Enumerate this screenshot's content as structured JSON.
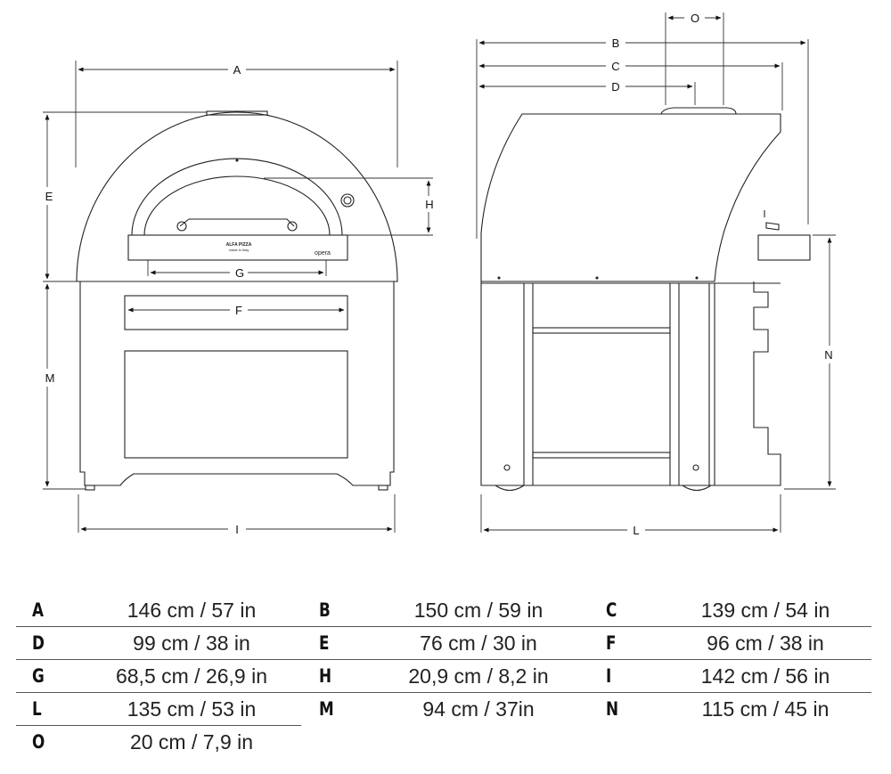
{
  "front_view_labels": {
    "A": "A",
    "E": "E",
    "H": "H",
    "G": "G",
    "F": "F",
    "M": "M",
    "I": "I"
  },
  "side_view_labels": {
    "O": "O",
    "B": "B",
    "C": "C",
    "D": "D",
    "N": "N",
    "L": "L"
  },
  "oven_branding": {
    "brand_line1": "ALFA PIZZA",
    "brand_line2": "made in Italy",
    "model": "opera"
  },
  "specs": [
    [
      {
        "key": "A",
        "value": "146 cm / 57 in"
      },
      {
        "key": "B",
        "value": "150 cm / 59 in"
      },
      {
        "key": "C",
        "value": "139 cm / 54 in"
      }
    ],
    [
      {
        "key": "D",
        "value": "99 cm / 38 in"
      },
      {
        "key": "E",
        "value": "76 cm / 30 in"
      },
      {
        "key": "F",
        "value": "96 cm / 38 in"
      }
    ],
    [
      {
        "key": "G",
        "value": "68,5 cm / 26,9 in"
      },
      {
        "key": "H",
        "value": "20,9 cm / 8,2 in"
      },
      {
        "key": "I",
        "value": "142 cm / 56 in"
      }
    ],
    [
      {
        "key": "L",
        "value": "135 cm / 53 in"
      },
      {
        "key": "M",
        "value": "94 cm / 37in"
      },
      {
        "key": "N",
        "value": "115 cm / 45 in"
      }
    ],
    [
      {
        "key": "O",
        "value": "20 cm / 7,9 in"
      }
    ]
  ]
}
